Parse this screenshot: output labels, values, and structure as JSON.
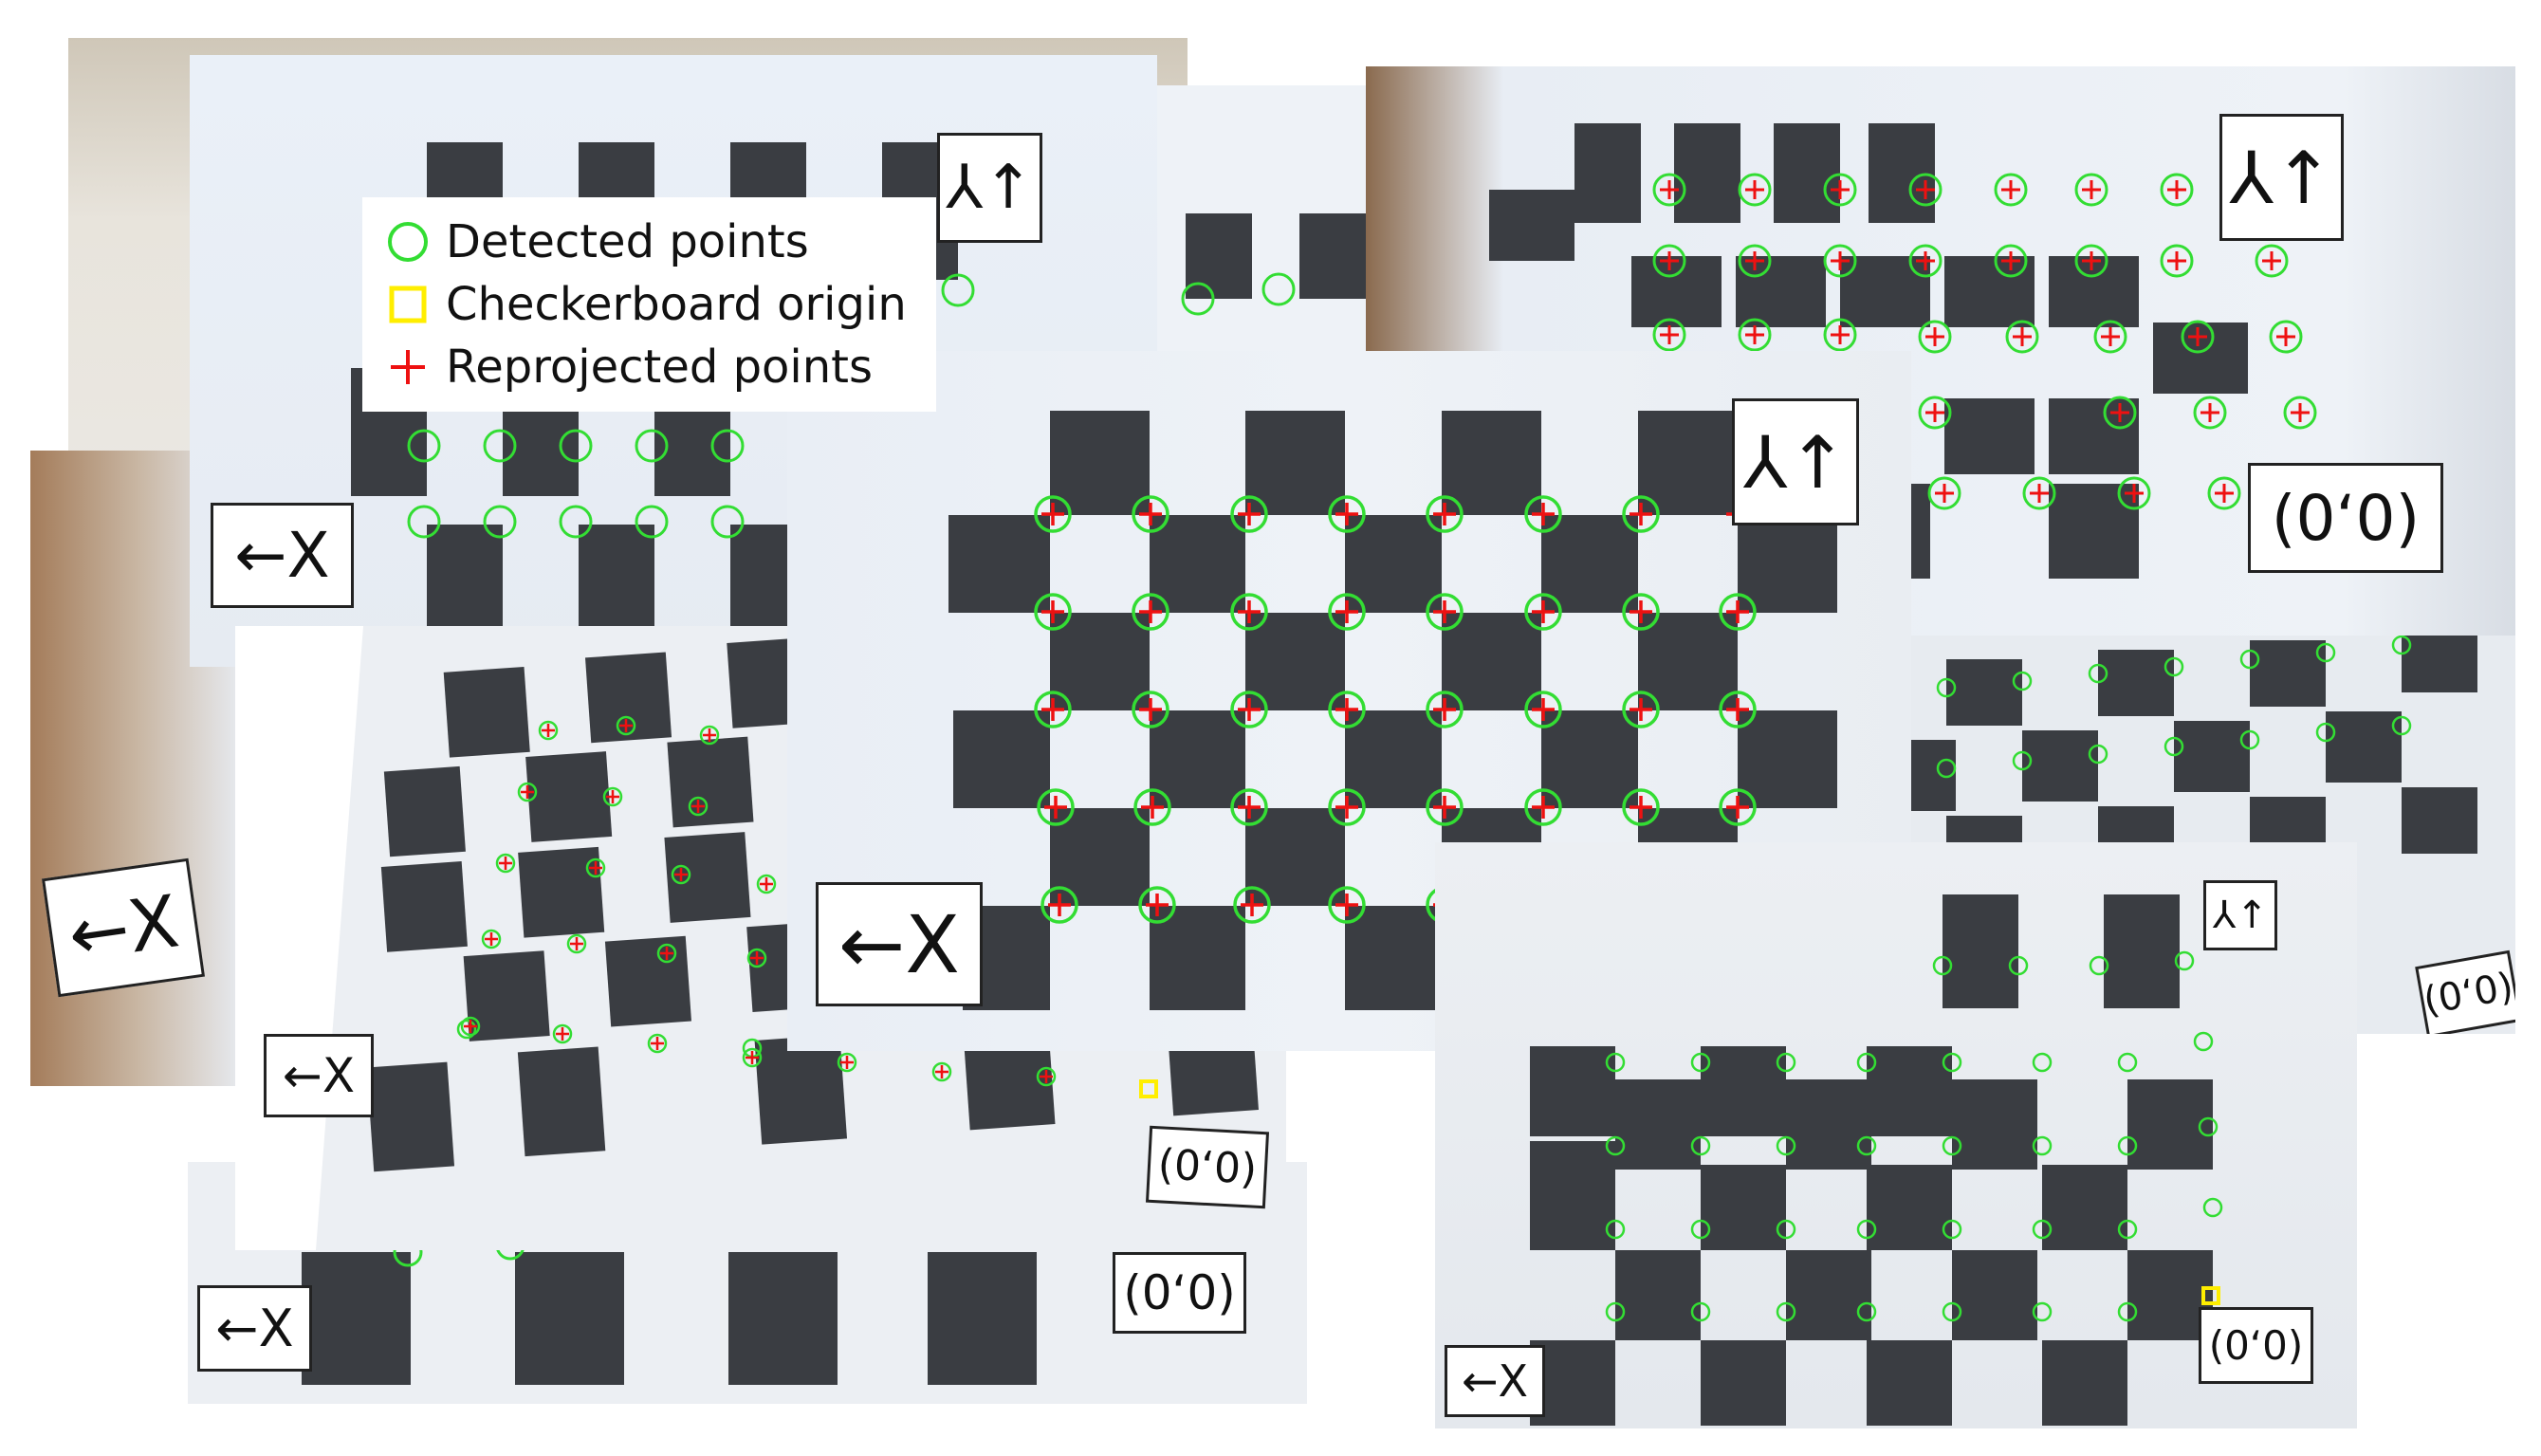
{
  "legend": {
    "detected": "Detected points",
    "origin": "Checkerboard origin",
    "reprojected": "Reprojected points"
  },
  "labels": {
    "x_axis": "←X",
    "y_axis": "⅄↑",
    "origin": "(0‘0)"
  },
  "colors": {
    "detected": "#33dd33",
    "origin": "#ffee00",
    "reprojected": "#ee1111",
    "board_dark": "#3a3d42",
    "board_light": "#f3f3f3"
  },
  "icons": {
    "detected": "green-circle-icon",
    "origin": "yellow-square-icon",
    "reprojected": "red-plus-icon"
  }
}
